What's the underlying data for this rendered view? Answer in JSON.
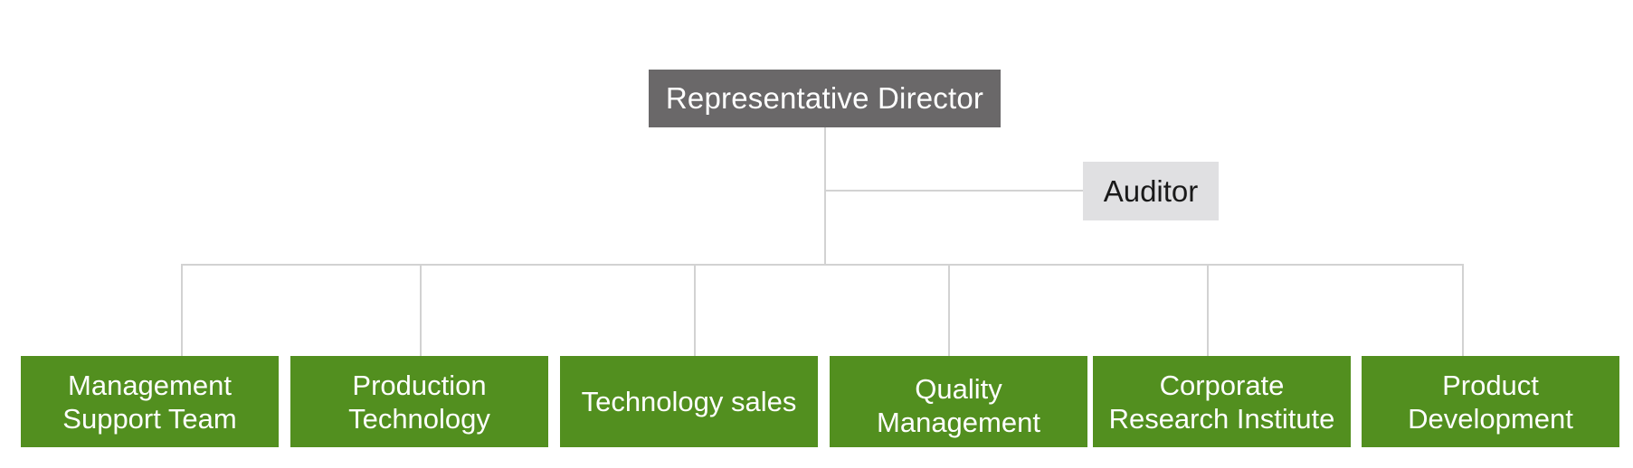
{
  "org_chart": {
    "top": {
      "label": "Representative Director"
    },
    "side": {
      "label": "Auditor"
    },
    "departments": [
      {
        "label": "Management\nSupport Team"
      },
      {
        "label": "Production\nTechnology"
      },
      {
        "label": "Technology sales"
      },
      {
        "label": "Quality\nManagement"
      },
      {
        "label": "Corporate\nResearch Institute"
      },
      {
        "label": "Product\nDevelopment"
      }
    ]
  },
  "colors": {
    "director_box": "#6a6869",
    "auditor_box": "#e0e0e2",
    "department_box": "#528f1f",
    "connector": "#d2d2d2"
  }
}
